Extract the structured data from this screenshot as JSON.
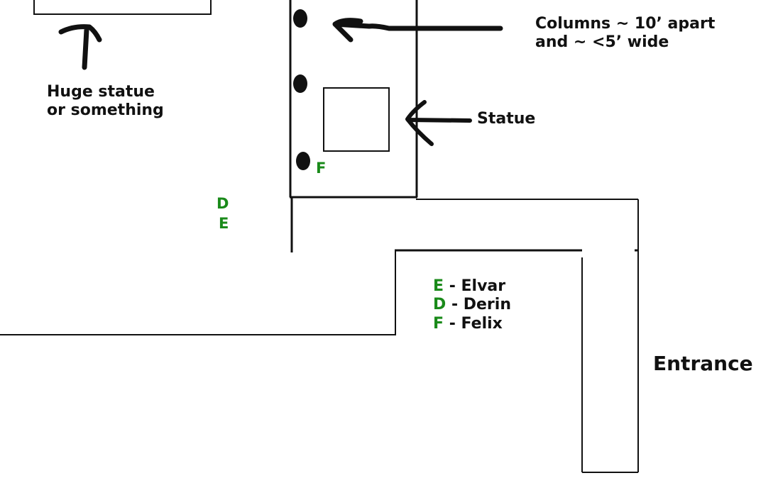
{
  "annotations": {
    "columns_line1": "Columns ~ 10’ apart",
    "columns_line2": "and ~ <5’ wide",
    "huge_statue_line1": "Huge statue",
    "huge_statue_line2": "or something",
    "statue": "Statue",
    "entrance": "Entrance"
  },
  "markers": {
    "felix": "F",
    "derin": "D",
    "elvar": "E"
  },
  "legend": {
    "separator": "-",
    "items": [
      {
        "letter": "E",
        "name": "Elvar"
      },
      {
        "letter": "D",
        "name": "Derin"
      },
      {
        "letter": "F",
        "name": "Felix"
      }
    ]
  },
  "colors": {
    "ink": "#111111",
    "marker_green": "#1a8a1a",
    "background": "#ffffff"
  }
}
